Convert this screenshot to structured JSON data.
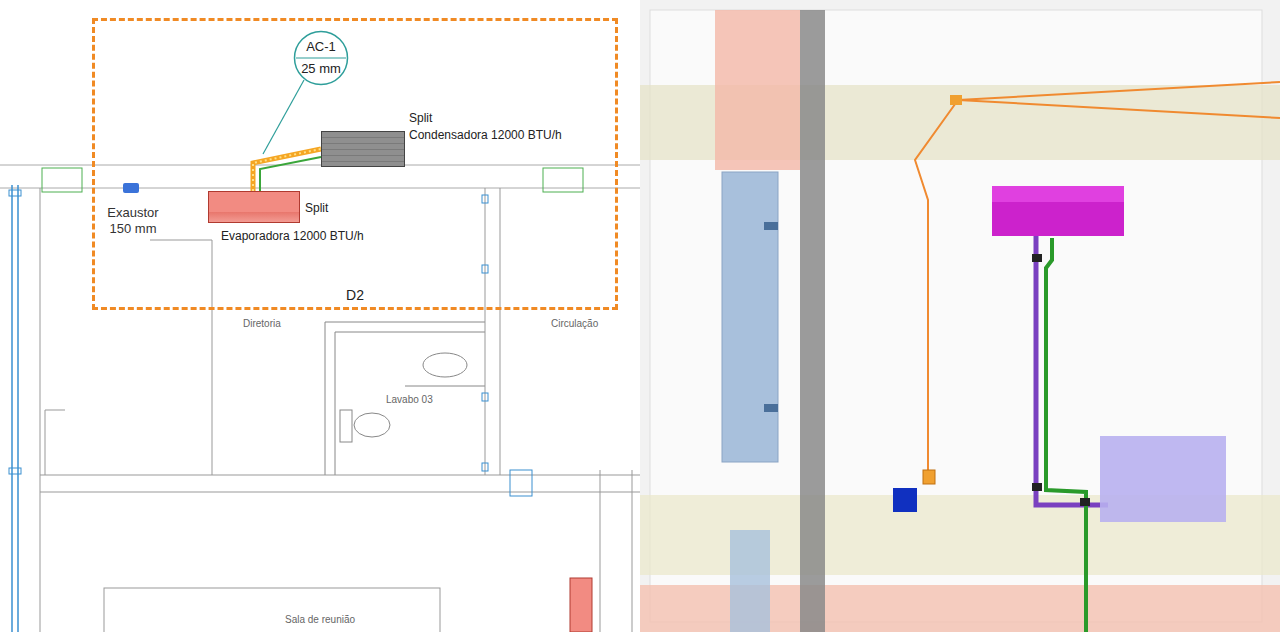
{
  "diagram": {
    "nodes": [
      {
        "text": [
          "D2"
        ]
      },
      {
        "text": [
          "AC-1",
          "25 mm"
        ],
        "in": 0
      },
      {
        "text": [
          "Split",
          "Condensadora 12000 BTU/h"
        ],
        "in": 0
      },
      {
        "text": [
          "Split",
          "Evaporadora 12000 BTU/h"
        ],
        "in": 0
      }
    ],
    "edges": [
      {
        "from": 3,
        "to": 2,
        "arrow": "none"
      }
    ],
    "labels": [
      "Exaustor 150 mm",
      "Diretoria",
      "Circulação",
      "Lavabo 03",
      "Sala de reunião"
    ]
  }
}
